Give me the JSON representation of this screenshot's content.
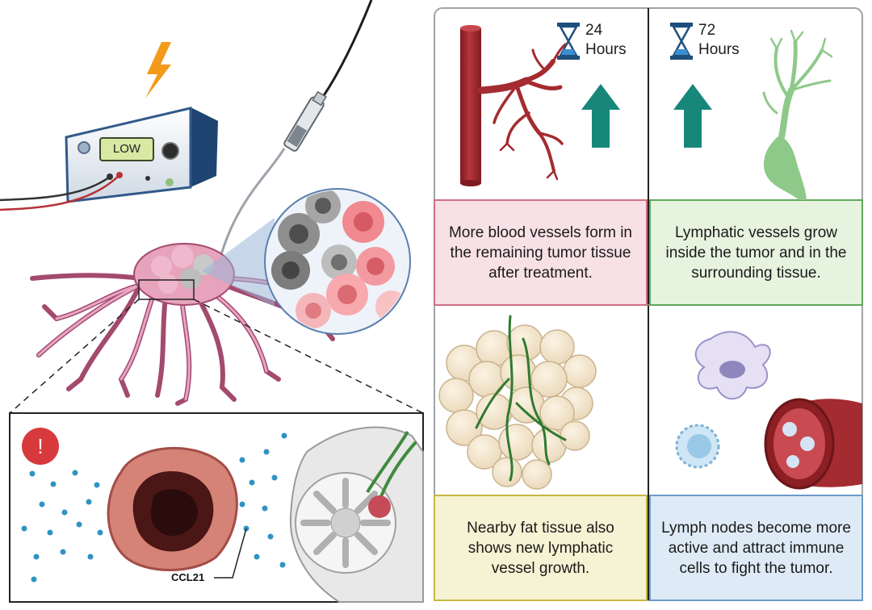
{
  "device": {
    "display": "LOW"
  },
  "timepoints": [
    {
      "number": "24",
      "unit": "Hours"
    },
    {
      "number": "72",
      "unit": "Hours"
    }
  ],
  "cells": {
    "blood_vessels": "More blood vessels form in the remaining tumor tissue after treatment.",
    "lymphatic_vessels": "Lymphatic vessels grow inside the tumor and in the surrounding tissue.",
    "fat_tissue": "Nearby fat tissue also shows new lymphatic vessel growth.",
    "lymph_nodes": "Lymph nodes become more active and attract immune cells to fight the tumor."
  },
  "inset": {
    "alert": "!",
    "chemokine_label": "CCL21"
  },
  "colors": {
    "blood_vessel": "#a42b2f",
    "lymphatic_green": "#8fc98a",
    "teal_arrow": "#17877a",
    "panel_pink": "#f8e1e6",
    "panel_green": "#e6f3df",
    "panel_yellow": "#f6f2d4",
    "panel_blue": "#deebf6",
    "bolt": "#f39a1b"
  },
  "icons": [
    "lightning-bolt-icon",
    "hourglass-icon",
    "up-arrow-icon",
    "alert-icon"
  ]
}
